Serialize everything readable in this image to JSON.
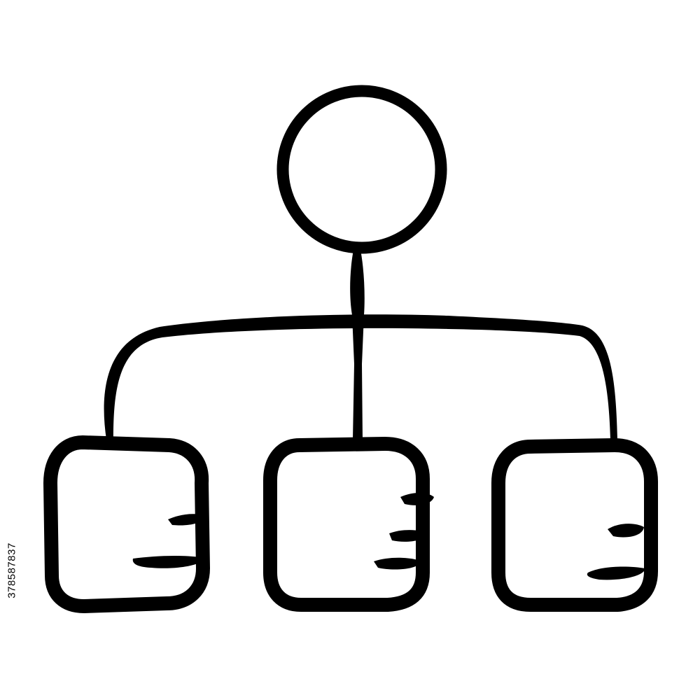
{
  "image": {
    "side_id": "378587837"
  },
  "diagram": {
    "icon": "hierarchy-icon",
    "stroke_color": "#000000",
    "background_color": "#ffffff",
    "nodes": [
      {
        "id": "root",
        "shape": "circle"
      },
      {
        "id": "child-left",
        "shape": "rounded-square",
        "line_marks": 2
      },
      {
        "id": "child-center",
        "shape": "rounded-square",
        "line_marks": 3
      },
      {
        "id": "child-right",
        "shape": "rounded-square",
        "line_marks": 2
      }
    ],
    "edges": [
      {
        "from": "root",
        "to": "child-left"
      },
      {
        "from": "root",
        "to": "child-center"
      },
      {
        "from": "root",
        "to": "child-right"
      }
    ]
  }
}
